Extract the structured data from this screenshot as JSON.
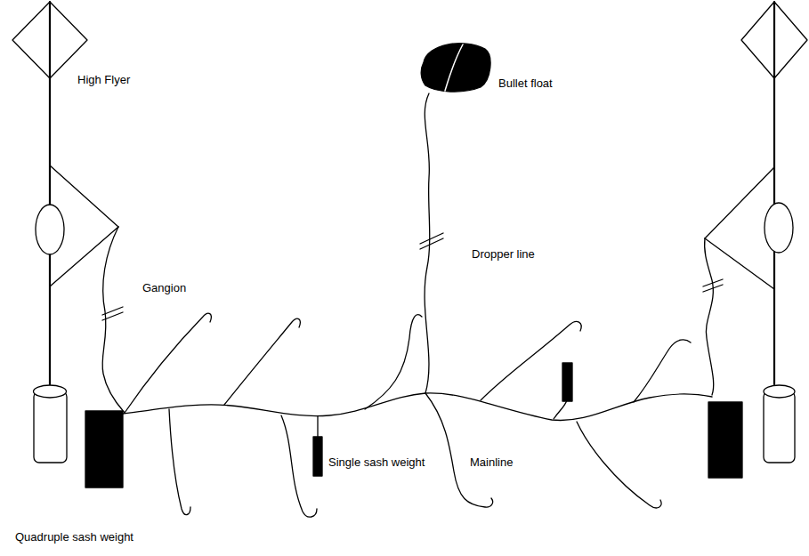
{
  "diagram": {
    "labels": [
      "High Flyer",
      "Bullet float",
      "Dropper line",
      "Gangion",
      "Single sash weight",
      "Mainline",
      "Quadruple sash weight"
    ]
  }
}
